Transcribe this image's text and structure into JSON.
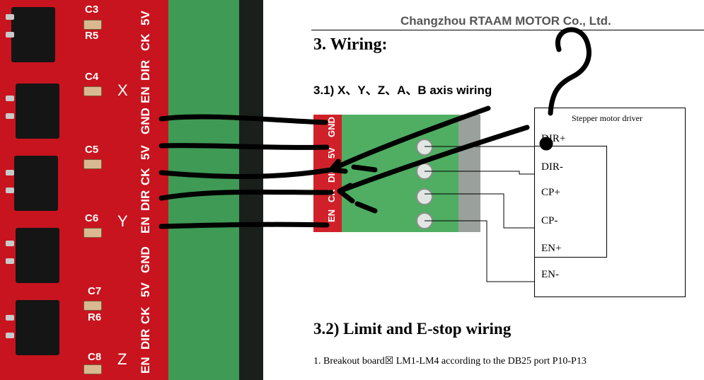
{
  "document": {
    "company": "Changzhou RTAAM MOTOR Co., Ltd.",
    "heading_wiring": "3. Wiring:",
    "heading_axis": "3.1)    X、Y、Z、A、B axis wiring",
    "heading_limit": "3.2) Limit and E-stop wiring",
    "paragraph_breakout": "1. Breakout board☒ LM1-LM4 according to the DB25 port P10-P13"
  },
  "board_photo": {
    "components": [
      "C3",
      "R5",
      "C4",
      "C5",
      "C6",
      "C7",
      "R6",
      "C8"
    ],
    "pin_labels": [
      "5V",
      "CK",
      "DIR",
      "EN",
      "GND",
      "5V",
      "CK",
      "DIR",
      "EN",
      "GND",
      "5V",
      "CK",
      "DIR",
      "EN"
    ],
    "axis_letters": [
      "X",
      "Y",
      "Z"
    ],
    "colors": {
      "board": "#c8141e",
      "terminal": "#3f9a55"
    }
  },
  "connector_photo": {
    "pin_labels": [
      "GND",
      "5V",
      "DIR",
      "CK",
      "EN"
    ]
  },
  "driver": {
    "title": "Stepper motor driver",
    "terminals": [
      "DIR+",
      "DIR-",
      "CP+",
      "CP-",
      "EN+",
      "EN-"
    ]
  }
}
